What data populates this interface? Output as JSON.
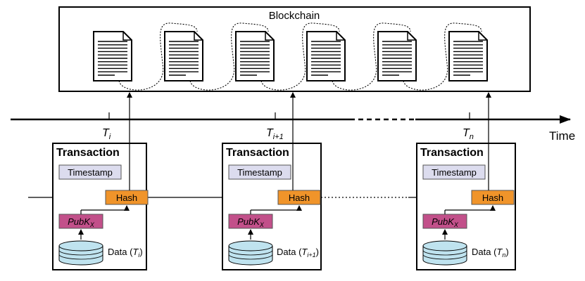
{
  "blockchain": {
    "title": "Blockchain",
    "block_count": 6
  },
  "timeline": {
    "axis_label": "Time",
    "ticks": [
      {
        "base": "T",
        "sub": "i"
      },
      {
        "base": "T",
        "sub": "i+1"
      },
      {
        "base": "T",
        "sub": "n"
      }
    ]
  },
  "transactions": [
    {
      "title": "Transaction",
      "timestamp": "Timestamp",
      "hash": "Hash",
      "pubkey_base": "PubK",
      "pubkey_sub": "X",
      "data_prefix": "Data (",
      "data_base": "T",
      "data_sub": "i",
      "data_suffix": ")"
    },
    {
      "title": "Transaction",
      "timestamp": "Timestamp",
      "hash": "Hash",
      "pubkey_base": "PubK",
      "pubkey_sub": "X",
      "data_prefix": "Data (",
      "data_base": "T",
      "data_sub": "i+1",
      "data_suffix": ")"
    },
    {
      "title": "Transaction",
      "timestamp": "Timestamp",
      "hash": "Hash",
      "pubkey_base": "PubK",
      "pubkey_sub": "X",
      "data_prefix": "Data (",
      "data_base": "T",
      "data_sub": "n",
      "data_suffix": ")"
    }
  ],
  "colors": {
    "timestamp_fill": "#dcdcee",
    "hash_fill": "#f0942a",
    "pubkey_fill": "#c2508a",
    "database_fill": "#bfe3ef"
  }
}
